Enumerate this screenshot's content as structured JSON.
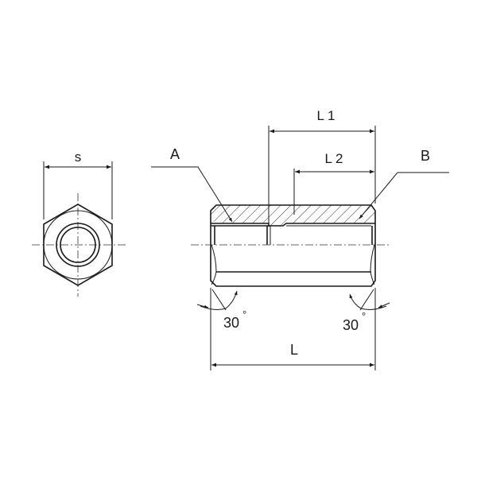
{
  "diagram": {
    "type": "technical-drawing",
    "subject": "hex coupling nut (long hex nut) with internal threads",
    "colors": {
      "line": "#1a1a1a",
      "background": "#ffffff"
    },
    "end_view": {
      "dimension_label": "s"
    },
    "side_view": {
      "labels": {
        "A": "A",
        "B": "B",
        "L1": "L 1",
        "L2": "L 2",
        "L": "L",
        "chamfer_left": "30",
        "chamfer_right": "30",
        "degree": "°"
      }
    }
  }
}
